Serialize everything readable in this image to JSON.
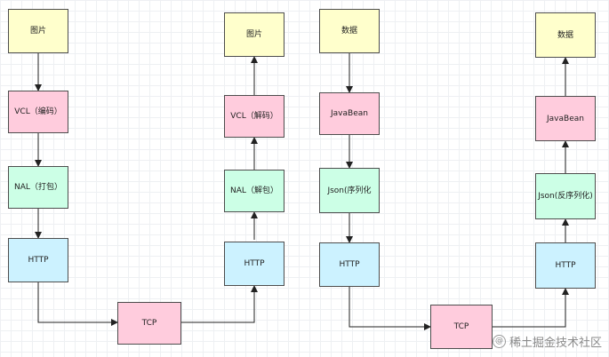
{
  "diagram": {
    "left": {
      "source_image": "图片",
      "vcl_encode": "VCL（编码）",
      "nal_pack": "NAL（打包）",
      "http_send": "HTTP",
      "tcp": "TCP",
      "http_recv": "HTTP",
      "nal_unpack": "NAL（解包）",
      "vcl_decode": "VCL（解码）",
      "dest_image": "图片"
    },
    "right": {
      "source_data": "数据",
      "javabean_src": "JavaBean",
      "json_serialize": "Json(序列化",
      "http_send": "HTTP",
      "tcp": "TCP",
      "http_recv": "HTTP",
      "json_deserialize": "Json(反序列化)",
      "javabean_dst": "JavaBean",
      "dest_data": "数据"
    }
  },
  "watermark": {
    "text": "稀土掘金技术社区",
    "icon": "at-icon"
  },
  "colors": {
    "yellow": "#ffffcc",
    "pink": "#ffccdd",
    "green": "#ccffe6",
    "cyan": "#ccf2ff",
    "line": "#222222"
  }
}
